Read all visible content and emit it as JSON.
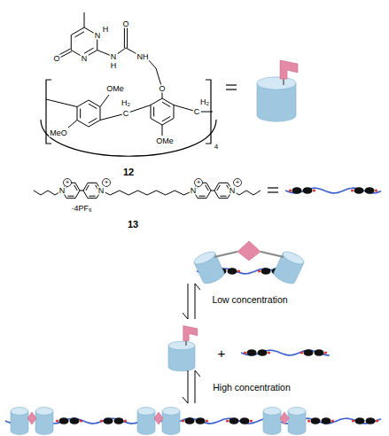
{
  "diagram": {
    "labels": [
      "O",
      "N",
      "H",
      "N",
      "H",
      "NH",
      "O",
      "N",
      "OMe",
      "O",
      "H₂",
      "C",
      "C",
      "H₂",
      "MeO",
      "OMe",
      "4",
      "12",
      "N",
      "+",
      "N",
      "+",
      "N",
      "+",
      "N",
      "+",
      "·4PF₆",
      "13",
      "Low concentration",
      "+",
      "High concentration"
    ]
  }
}
